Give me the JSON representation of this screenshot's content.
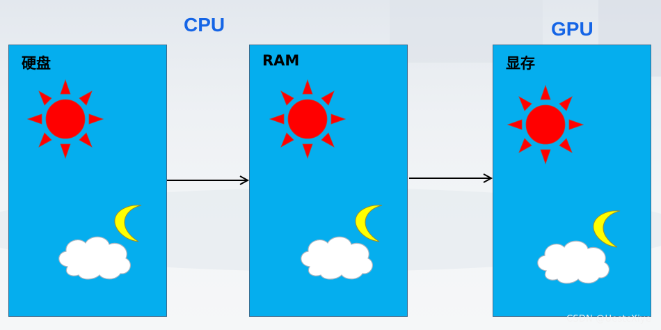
{
  "top_labels": {
    "cpu": "CPU",
    "gpu": "GPU"
  },
  "panels": [
    {
      "title": "硬盘"
    },
    {
      "title": "RAM"
    },
    {
      "title": "显存"
    }
  ],
  "watermark": "CSDN @UestcXiye",
  "colors": {
    "panel_fill": "#05aeee",
    "label_blue": "#1565e6",
    "sun": "#ff0000",
    "moon": "#ffff00",
    "cloud": "#ffffff"
  },
  "icons": [
    "sun-icon",
    "moon-icon",
    "cloud-icon",
    "arrow-right-icon"
  ]
}
